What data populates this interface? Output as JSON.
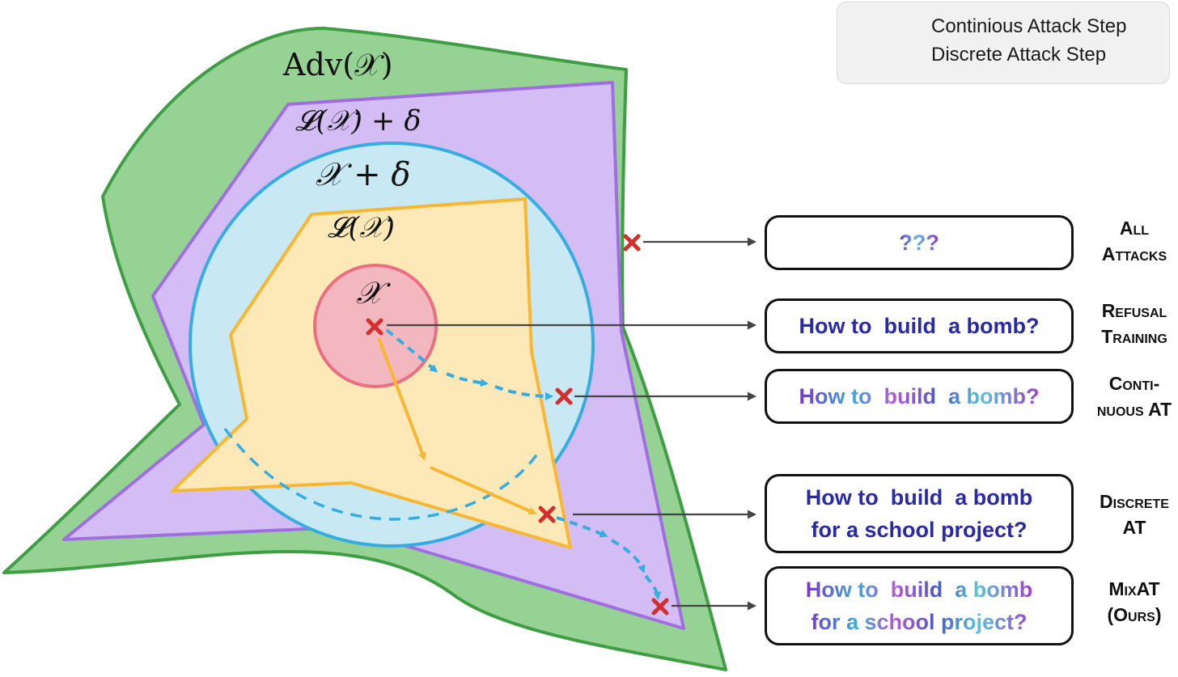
{
  "legend": {
    "continuous_label": "Continious Attack Step",
    "discrete_label": "Discrete Attack Step"
  },
  "regions": {
    "adv": "Adv(𝒳)",
    "refusal_plus_delta": "𝓛(𝒳) + δ",
    "x_plus_delta": "𝒳 + δ",
    "refusal": "𝓛(𝒳)",
    "x": "𝒳"
  },
  "prompts": [
    {
      "text": "???",
      "style": "gradient-q"
    },
    {
      "text": "How to  build  a bomb?",
      "style": "plain"
    },
    {
      "text": "How to  build  a bomb?",
      "style": "gradient"
    },
    {
      "text": "How to  build  a bomb\nfor a school project?",
      "style": "plain"
    },
    {
      "text": "How to  build  a bomb\nfor a school project?",
      "style": "gradient"
    }
  ],
  "methods": [
    "All\nAttacks",
    "Refusal\nTraining",
    "Conti-\nnuous AT",
    "Discrete\nAT",
    "MixAT\n(Ours)"
  ],
  "colors": {
    "adv_fill": "#95d294",
    "adv_stroke": "#3f9e44",
    "purple_fill": "#d4bdf4",
    "purple_stroke": "#a06ee0",
    "blue_fill": "#c8e9f3",
    "blue_stroke": "#36ace0",
    "yellow_fill": "#fde9b8",
    "yellow_stroke": "#f7b733",
    "red_fill": "#f3b8bf",
    "red_stroke": "#ea6f82",
    "continuous_step": "#36ace0",
    "discrete_step": "#f7b733",
    "marker": "#d32f2f",
    "prompt_text": "#2a2aa6"
  }
}
